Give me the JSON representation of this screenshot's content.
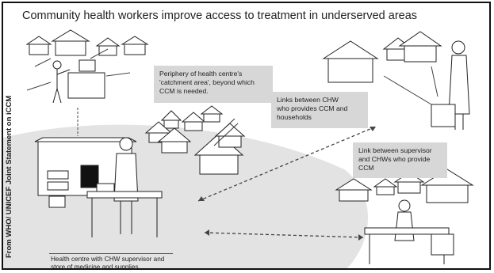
{
  "title": "Community health workers improve access to treatment in underserved areas",
  "side_credit": "From WHO/ UNICEF Joint Statement on iCCM",
  "callouts": {
    "periphery": {
      "lines": [
        "Periphery of health centre's",
        "'catchment area', beyond which",
        "CCM is needed."
      ]
    },
    "chw_households": {
      "lines": [
        "Links between CHW",
        "who provides CCM and",
        "households"
      ]
    },
    "supervisor_chw": {
      "lines": [
        "Link between supervisor",
        "and CHWs who provide",
        "CCM"
      ]
    },
    "health_centre": {
      "lines": [
        "Health centre with CHW supervisor and",
        "store of medicine and supplies"
      ]
    }
  },
  "colors": {
    "callout_bg": "#d7d7d7",
    "catchment_area": "#e3e3e3",
    "ink": "#222222"
  }
}
